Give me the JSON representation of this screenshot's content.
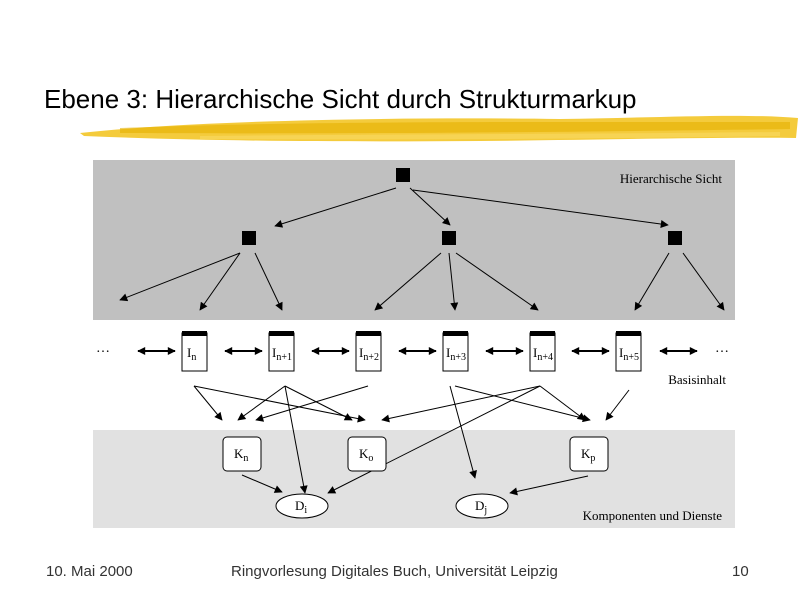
{
  "title": "Ebene 3: Hierarchische Sicht durch Strukturmarkup",
  "colors": {
    "accent_brush": "#f2c21a",
    "panel_dark": "#c0c0c0",
    "panel_light": "#e1e1e1"
  },
  "diagram": {
    "hierarchy_label": "Hierarchische Sicht",
    "basis_label": "Basisinhalt",
    "components_label": "Komponenten und Dienste",
    "ellipsis_left": "…",
    "ellipsis_right": "…",
    "content_items": [
      {
        "base": "I",
        "sub": "n"
      },
      {
        "base": "I",
        "sub": "n+1"
      },
      {
        "base": "I",
        "sub": "n+2"
      },
      {
        "base": "I",
        "sub": "n+3"
      },
      {
        "base": "I",
        "sub": "n+4"
      },
      {
        "base": "I",
        "sub": "n+5"
      }
    ],
    "components": [
      {
        "base": "K",
        "sub": "n"
      },
      {
        "base": "K",
        "sub": "o"
      },
      {
        "base": "K",
        "sub": "p"
      }
    ],
    "services": [
      {
        "base": "D",
        "sub": "i"
      },
      {
        "base": "D",
        "sub": "j"
      }
    ]
  },
  "footer": {
    "date": "10. Mai 2000",
    "event": "Ringvorlesung Digitales Buch, Universität Leipzig",
    "page": "10"
  }
}
